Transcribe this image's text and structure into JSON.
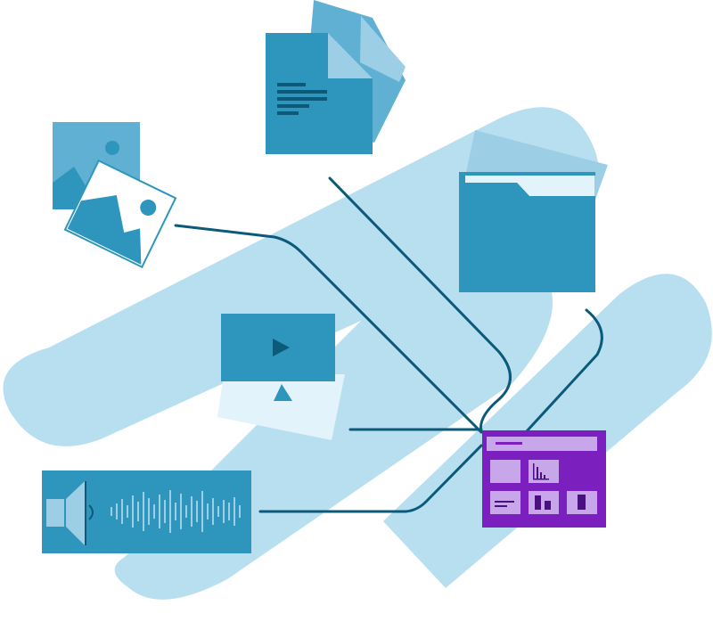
{
  "colors": {
    "background": "#ffffff",
    "blob": "#b8dff0",
    "icon_primary": "#2e96bd",
    "icon_secondary": "#5fb0d3",
    "icon_light": "#9ccfe6",
    "icon_pale": "#e2f3fb",
    "connector": "#0b5a7a",
    "hub_fill": "#7b1fbf",
    "hub_tile": "#c8a6ea",
    "hub_dark": "#4a1080"
  },
  "nodes": [
    {
      "id": "image",
      "icon": "image-icon"
    },
    {
      "id": "document",
      "icon": "document-icon"
    },
    {
      "id": "folder",
      "icon": "folder-icon"
    },
    {
      "id": "video",
      "icon": "video-icon"
    },
    {
      "id": "audio",
      "icon": "audio-waveform-icon"
    }
  ],
  "hub": {
    "id": "dashboard",
    "icon": "dashboard-icon"
  },
  "edges": [
    {
      "from": "image",
      "to": "dashboard"
    },
    {
      "from": "document",
      "to": "dashboard"
    },
    {
      "from": "folder",
      "to": "dashboard"
    },
    {
      "from": "video",
      "to": "dashboard"
    },
    {
      "from": "audio",
      "to": "dashboard"
    }
  ]
}
